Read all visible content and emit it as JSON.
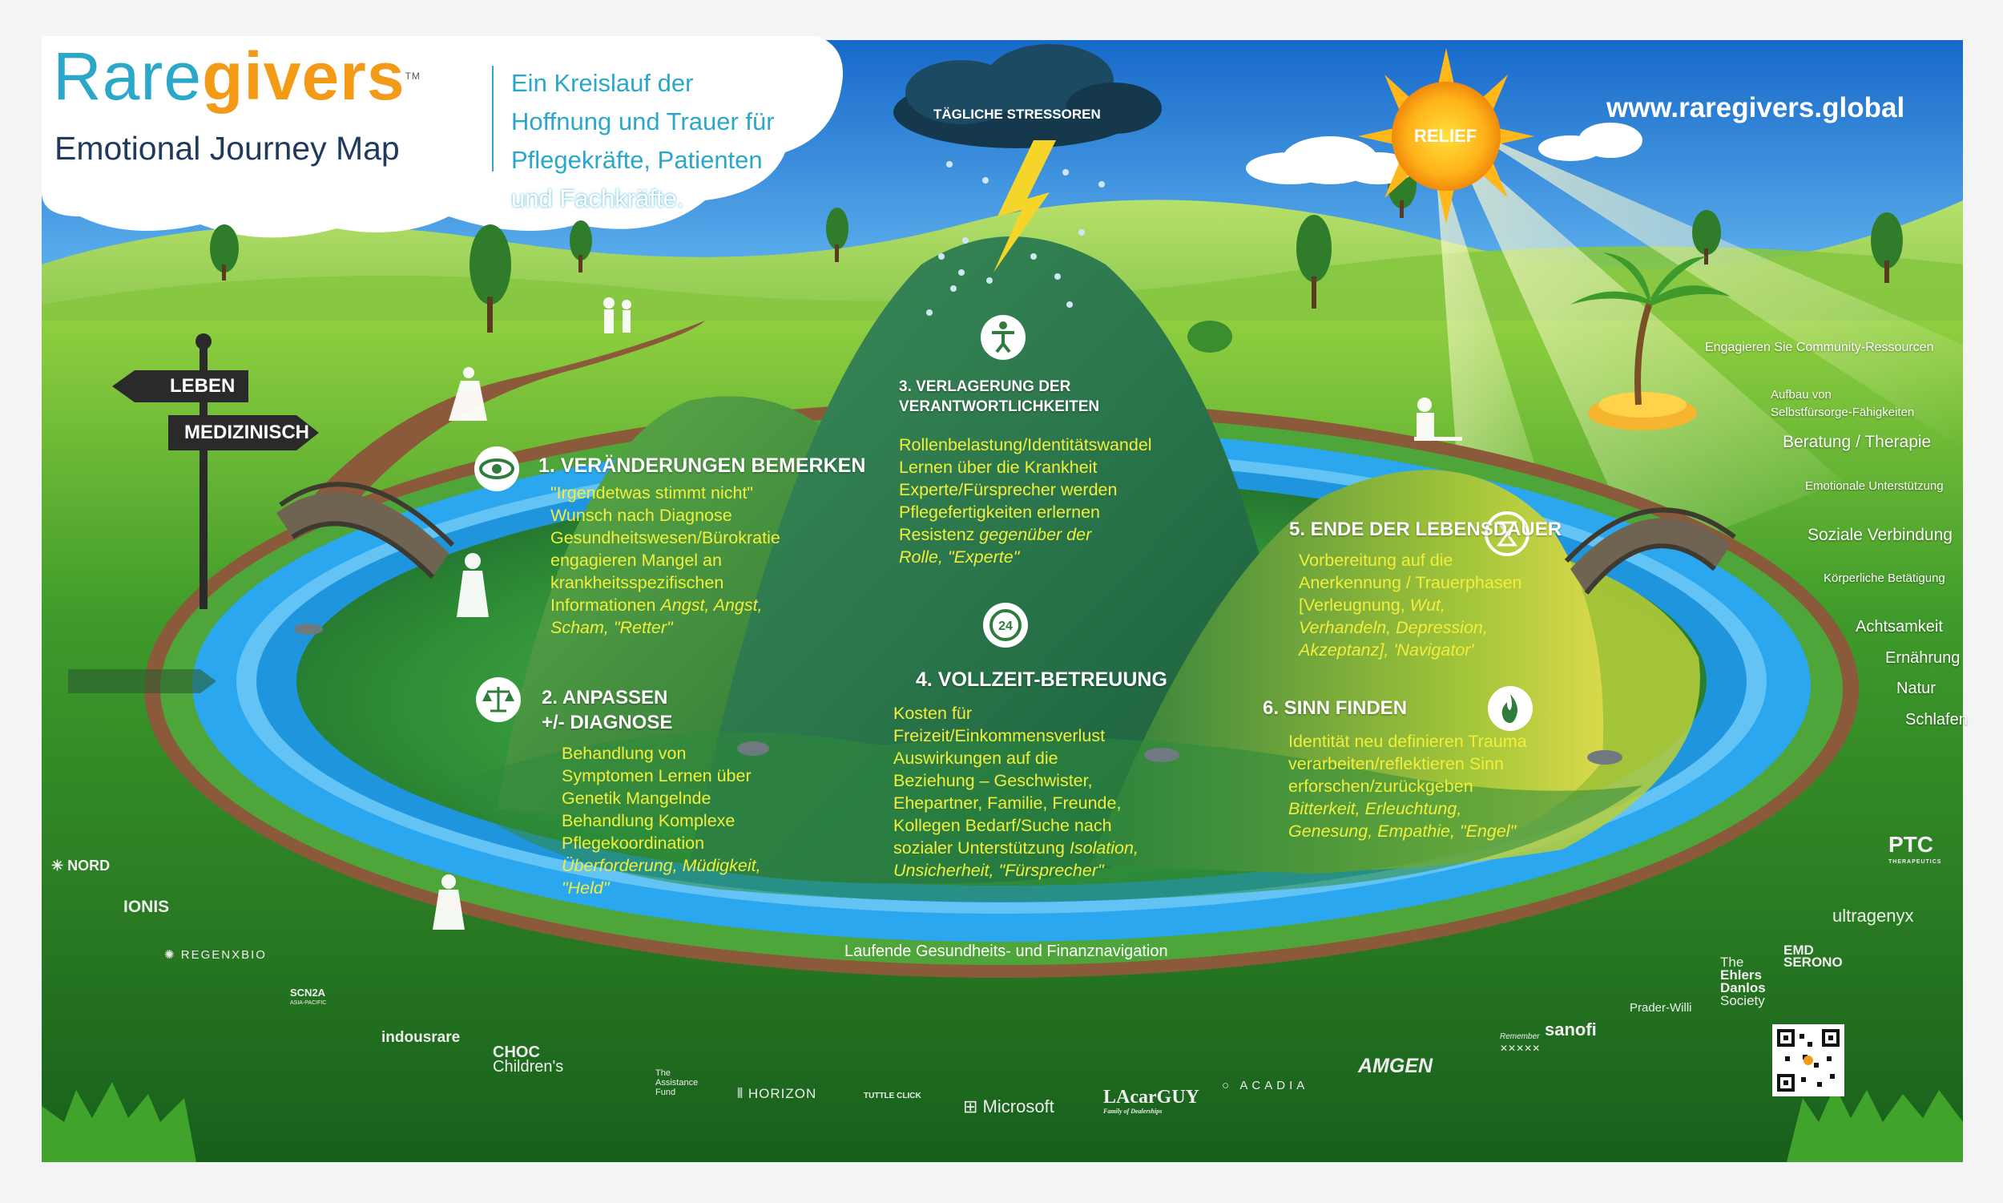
{
  "header": {
    "brand_part1": "Rare",
    "brand_part2": "givers",
    "trademark": "TM",
    "subtitle": "Emotional Journey Map",
    "tagline_lines": [
      "Ein Kreislauf der",
      "Hoffnung und Trauer für",
      "Pflegekräfte, Patienten",
      "und Fachkräfte."
    ],
    "website": "www.raregivers.global"
  },
  "cloud": {
    "label": "TÄGLICHE STRESSOREN"
  },
  "sun": {
    "label": "RELIEF"
  },
  "signpost": {
    "top": "LEBEN",
    "bottom": "MEDIZINISCH"
  },
  "stages": [
    {
      "title": "1. VERÄNDERUNGEN BEMERKEN",
      "lines": [
        "\"Irgendetwas stimmt nicht\"",
        "Wunsch nach Diagnose",
        "Gesundheitswesen/Bürokratie",
        "engagieren Mangel an",
        "krankheitsspezifischen"
      ],
      "last_plain": "Informationen ",
      "last_italic_lines": [
        "Angst, Angst,",
        "Scham, \"Retter\""
      ]
    },
    {
      "title_lines": [
        "2. ANPASSEN",
        "+/- DIAGNOSE"
      ],
      "lines": [
        "Behandlung von",
        "Symptomen Lernen über",
        "Genetik Mangelnde",
        "Behandlung Komplexe",
        "Pflegekoordination"
      ],
      "italic_lines": [
        "Überforderung, Müdigkeit,",
        "\"Held\""
      ]
    },
    {
      "title_lines": [
        "3. VERLAGERUNG DER",
        "VERANTWORTLICHKEITEN"
      ],
      "lines": [
        "Rollenbelastung/Identitätswandel",
        "Lernen über die Krankheit",
        "Experte/Fürsprecher werden",
        "Pflegefertigkeiten erlernen"
      ],
      "mixed_plain": "Resistenz ",
      "mixed_italic": "gegenüber der",
      "italic_lines": [
        "Rolle, \"Experte\""
      ]
    },
    {
      "title": "4.  VOLLZEIT-BETREUUNG",
      "lines": [
        "Kosten für",
        "Freizeit/Einkommensverlust",
        "Auswirkungen auf die",
        "Beziehung –   Geschwister,",
        "Ehepartner, Familie, Freunde,",
        "Kollegen Bedarf/Suche nach"
      ],
      "mixed_plain": "sozialer Unterstützung ",
      "mixed_italic": "Isolation,",
      "italic_lines": [
        "Unsicherheit, \"Fürsprecher\""
      ]
    },
    {
      "title": "5. ENDE DER LEBENSDAUER",
      "lines": [
        "Vorbereitung auf die",
        "Anerkennung / Trauerphasen"
      ],
      "mixed_plain": "[Verleugnung, ",
      "mixed_italic": "Wut,",
      "italic_lines": [
        "Verhandeln, Depression,",
        "Akzeptanz], 'Navigator'"
      ]
    },
    {
      "title": "6. SINN FINDEN",
      "lines": [
        "Identität neu definieren Trauma",
        "verarbeiten/reflektieren Sinn",
        "erforschen/zurückgeben"
      ],
      "italic_lines": [
        "Bitterkeit, Erleuchtung,",
        "Genesung, Empathie, \"Engel\""
      ]
    }
  ],
  "ring_label": "Laufende Gesundheits- und Finanznavigation",
  "resources": [
    "Engagieren Sie Community-Ressourcen",
    "Aufbau von",
    "Selbstfürsorge-Fähigkeiten",
    "Beratung / Therapie",
    "Emotionale Unterstützung",
    "Soziale Verbindung",
    "Körperliche Betätigung",
    "Achtsamkeit",
    "Ernährung",
    "Natur",
    "Schlafen"
  ],
  "sponsors": [
    "NORD",
    "IONIS",
    "REGENXBIO",
    "SCN2A",
    "ASIA-PACIFIC",
    "indousrare",
    "CHOC",
    "Children's",
    "The",
    "Assistance",
    "Fund",
    "HORIZON",
    "TUTTLE",
    "CLICK",
    "Microsoft",
    "LAcarGUY",
    "Family of Dealerships",
    "ACADIA",
    "AMGEN",
    "Remember",
    "sanofi",
    "Prader-Willi",
    "The",
    "Ehlers",
    "Danlos",
    "Society",
    "EMD",
    "SERONO",
    "ultragenyx",
    "PTC",
    "THERAPEUTICS"
  ],
  "colors": {
    "brand_teal": "#2aa7c9",
    "brand_orange": "#f39a17",
    "navy": "#1e3a5f",
    "sky": "#1c7fd8",
    "grass": "#3f9b2a",
    "water": "#27a3ef",
    "path": "#8a5a3a",
    "text_yellow": "#f2ee3b"
  },
  "icons": [
    "eye-icon",
    "scales-icon",
    "tai-chi-icon",
    "24-hours-icon",
    "hourglass-icon",
    "flame-icon",
    "qr-code-icon"
  ]
}
